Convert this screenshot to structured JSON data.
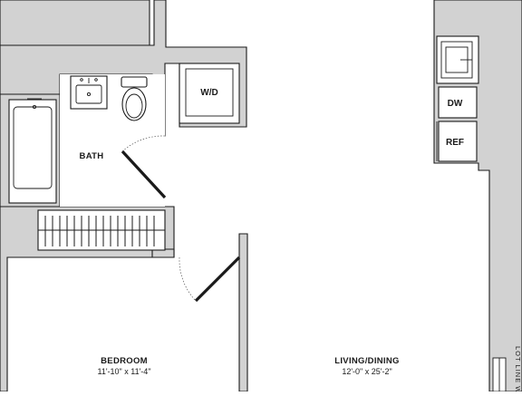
{
  "rooms": {
    "bath": {
      "name": "BATH"
    },
    "bedroom": {
      "name": "BEDROOM",
      "dimensions": "11'-10\" x 11'-4\""
    },
    "living": {
      "name": "LIVING/DINING",
      "dimensions": "12'-0\" x 25'-2\""
    }
  },
  "fixtures": {
    "washer_dryer": "W/D",
    "dishwasher": "DW",
    "refrigerator": "REF"
  },
  "lot_line": "LOT LINE W",
  "colors": {
    "wall_fill": "#d2d2d2",
    "line": "#1a1a1a",
    "background": "#ffffff"
  }
}
